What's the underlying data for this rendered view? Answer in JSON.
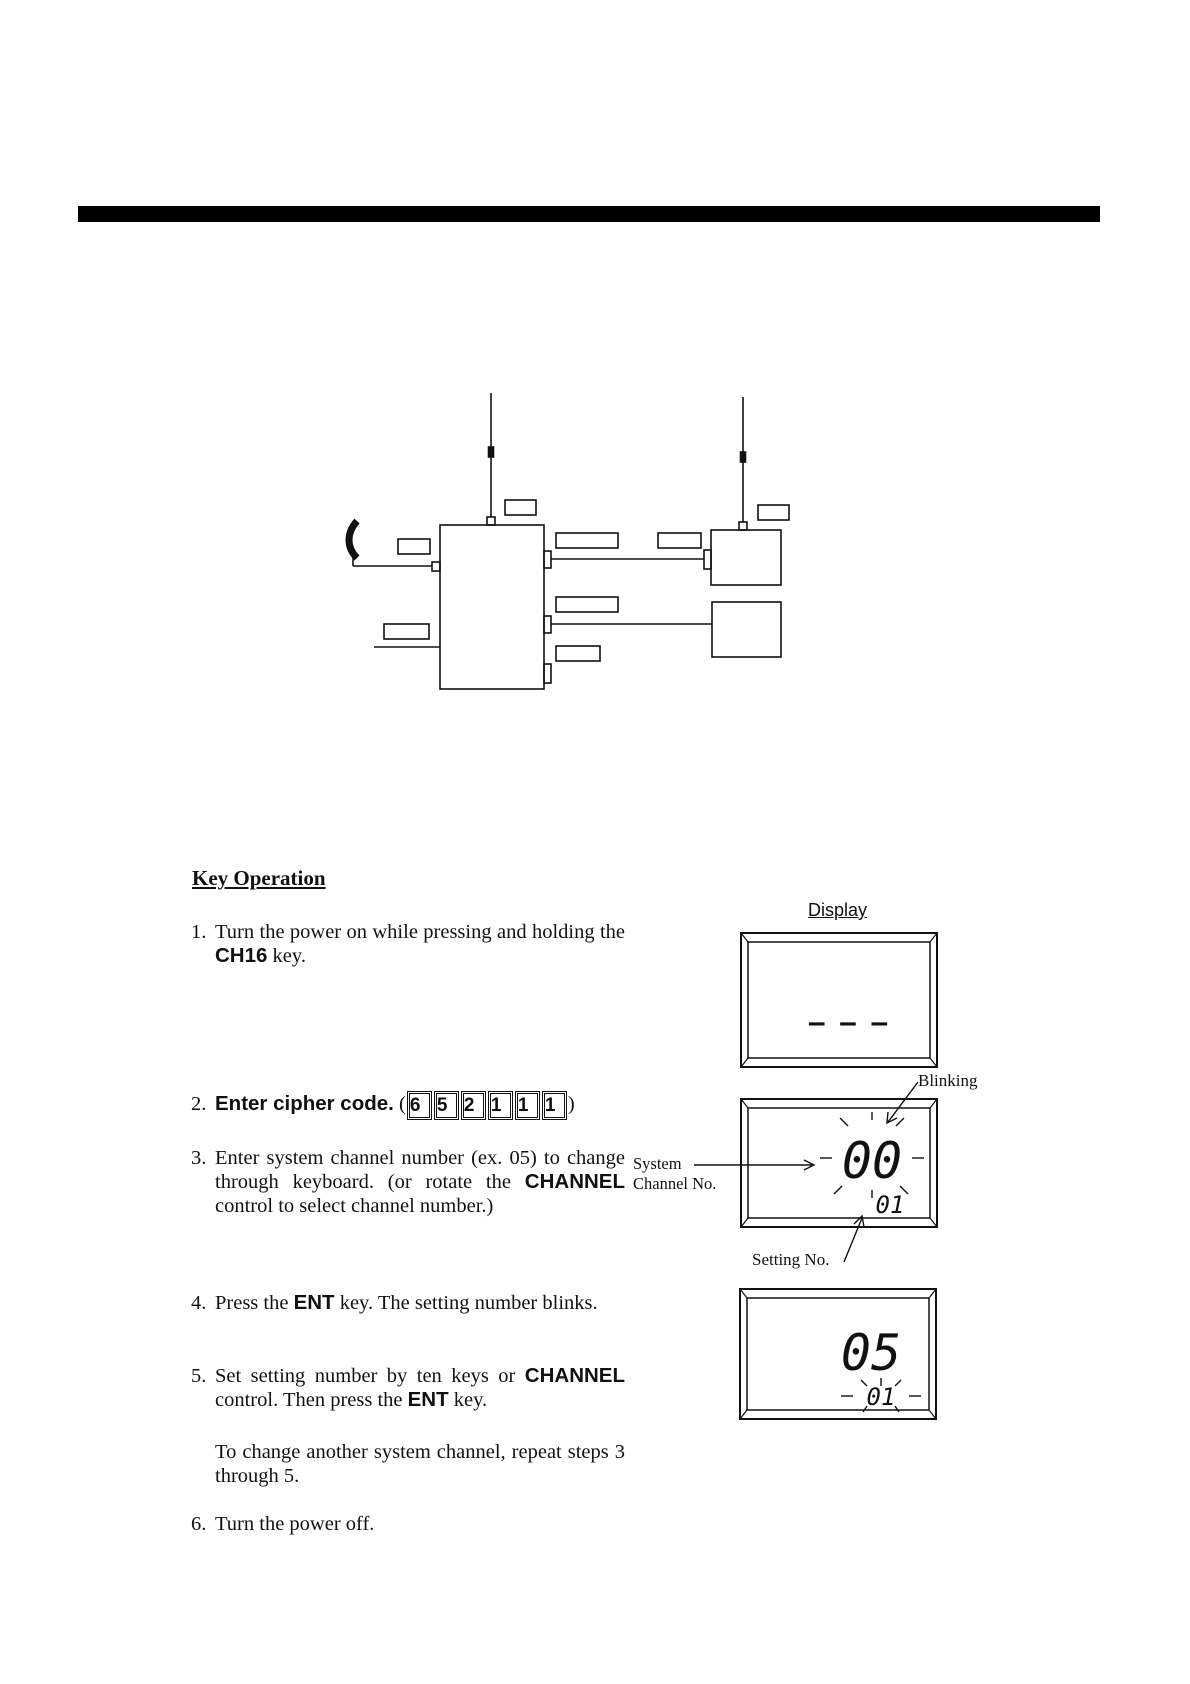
{
  "key_operation": {
    "heading": "Key Operation",
    "steps": [
      {
        "num": "1.",
        "text_a": "Turn the power on while pressing and holding the ",
        "key": "CH16",
        "text_b": " key."
      },
      {
        "num": "2.",
        "label": "Enter cipher code.",
        "cipher_keys": [
          "6",
          "5",
          "2",
          "1",
          "1",
          "1"
        ]
      },
      {
        "num": "3.",
        "text_a": "Enter system channel number (ex. 05) to change through keyboard. (or rotate the ",
        "key": "CHANNEL",
        "text_b": " control to select channel number.)"
      },
      {
        "num": "4.",
        "text_a": "Press the ",
        "key": "ENT",
        "text_b": " key. The setting number blinks."
      },
      {
        "num": "5.",
        "text_a": "Set setting number by ten keys or ",
        "key": "CHANNEL",
        "text_b": " control. Then press the ",
        "key2": "ENT",
        "text_c": " key."
      },
      {
        "num": "",
        "text_a": "To change another system channel, repeat steps 3 through 5."
      },
      {
        "num": "6.",
        "text_a": "Turn the power off."
      }
    ]
  },
  "display": {
    "title": "Display",
    "screen1_value": "– – –",
    "blinking_label": "Blinking",
    "system_channel_label_1": "System",
    "system_channel_label_2": "Channel No.",
    "setting_no_label": "Setting No.",
    "screen2_channel": "00",
    "screen2_setting": "01",
    "screen3_channel": "05",
    "screen3_setting": "01"
  }
}
